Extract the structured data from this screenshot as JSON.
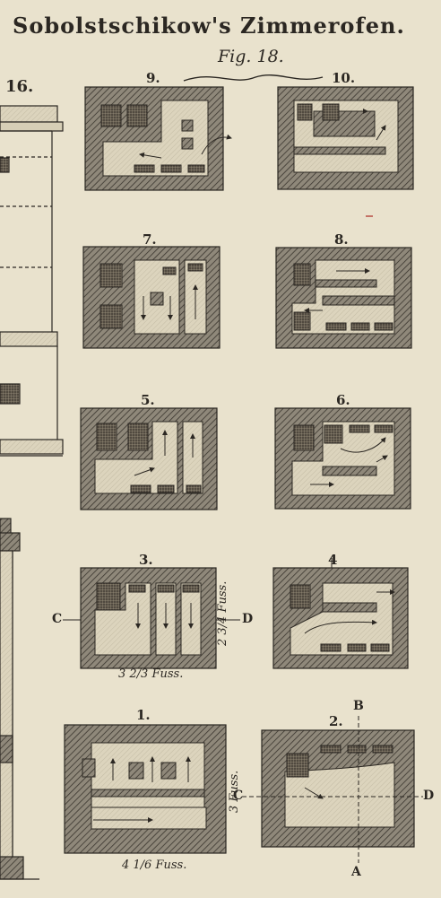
{
  "header": {
    "title": "Sobolstschikow's Zimmerofen.",
    "figure": "Fig. 18.",
    "side_figure": "16."
  },
  "panels": [
    {
      "label": "9."
    },
    {
      "label": "10."
    },
    {
      "label": "7."
    },
    {
      "label": "8."
    },
    {
      "label": "5."
    },
    {
      "label": "6."
    },
    {
      "label": "3."
    },
    {
      "label": "4"
    },
    {
      "label": "1."
    },
    {
      "label": "2."
    }
  ],
  "dimensions": {
    "panel3_width": "3 2/3 Fuss.",
    "panel3_height": "2 3/4 Fuss.",
    "panel1_width": "4 1/6 Fuss.",
    "panel1_height": "3 Fuss."
  },
  "section_letters": {
    "c3": "C",
    "d3": "D",
    "c2": "C",
    "d2": "D",
    "b2": "B",
    "a2": "A"
  }
}
